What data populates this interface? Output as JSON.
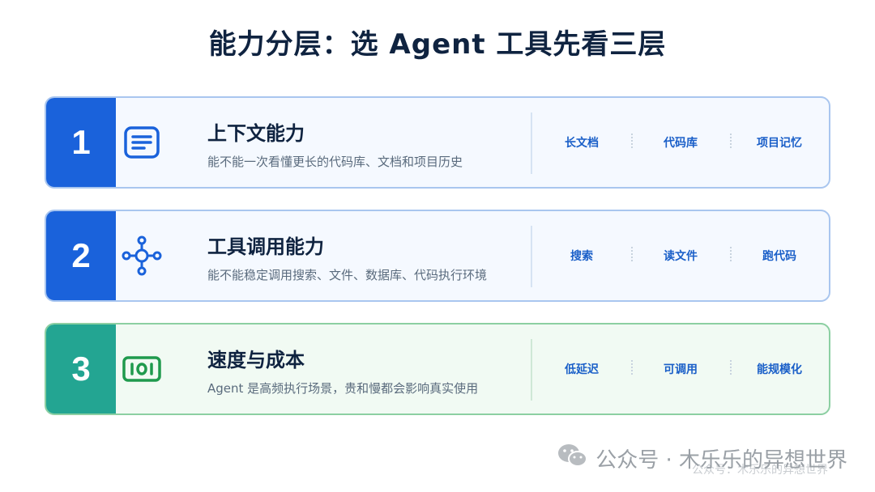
{
  "title": "能力分层：选 Agent 工具先看三层",
  "cards": [
    {
      "number": "1",
      "icon": "document-icon",
      "title": "上下文能力",
      "desc": "能不能一次看懂更长的代码库、文档和项目历史",
      "tags": [
        "长文档",
        "代码库",
        "项目记忆"
      ]
    },
    {
      "number": "2",
      "icon": "network-hub-icon",
      "title": "工具调用能力",
      "desc": "能不能稳定调用搜索、文件、数据库、代码执行环境",
      "tags": [
        "搜索",
        "读文件",
        "跑代码"
      ]
    },
    {
      "number": "3",
      "icon": "cash-icon",
      "title": "速度与成本",
      "desc": "Agent 是高频执行场景，贵和慢都会影响真实使用",
      "tags": [
        "低延迟",
        "可调用",
        "能规模化"
      ]
    }
  ],
  "colors": {
    "blue_accent": "#1a62db",
    "green_accent": "#23a592",
    "title": "#0f2340"
  },
  "watermark": {
    "text": "公众号 · 木乐乐的异想世界",
    "ghost": "公众号：木乐乐的异想世界",
    "icon": "wechat-icon"
  }
}
